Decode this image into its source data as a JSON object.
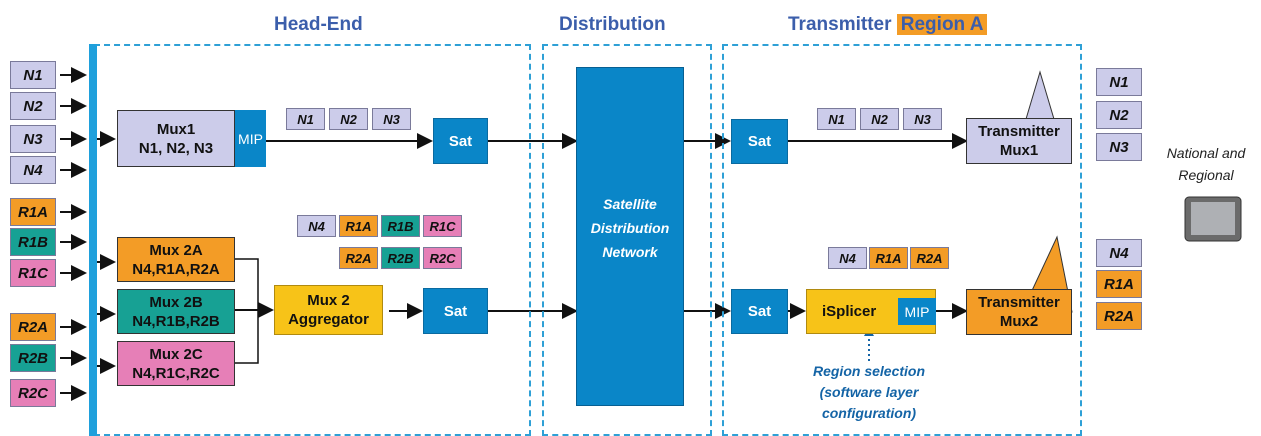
{
  "sections": {
    "headend": "Head-End",
    "distribution": "Distribution",
    "transmitter": "Transmitter",
    "region": "Region A"
  },
  "inputs": {
    "national": [
      "N1",
      "N2",
      "N3",
      "N4"
    ],
    "region1": [
      "R1A",
      "R1B",
      "R1C"
    ],
    "region2": [
      "R2A",
      "R2B",
      "R2C"
    ]
  },
  "mux1": {
    "title": "Mux1",
    "channels": "N1, N2, N3",
    "mip": "MIP"
  },
  "mux2a": {
    "title": "Mux 2A",
    "channels": "N4,R1A,R2A"
  },
  "mux2b": {
    "title": "Mux 2B",
    "channels": "N4,R1B,R2B"
  },
  "mux2c": {
    "title": "Mux 2C",
    "channels": "N4,R1C,R2C"
  },
  "aggregator": {
    "line1": "Mux 2",
    "line2": "Aggregator"
  },
  "sat_label": "Sat",
  "stream1_chips": [
    "N1",
    "N2",
    "N3"
  ],
  "stream2_chips_row1": [
    "N4",
    "R1A",
    "R1B",
    "R1C"
  ],
  "stream2_chips_row2": [
    "R2A",
    "R2B",
    "R2C"
  ],
  "network": {
    "line1": "Satellite",
    "line2": "Distribution",
    "line3": "Network"
  },
  "tx1_chips": [
    "N1",
    "N2",
    "N3"
  ],
  "tx2_chips": [
    "N4",
    "R1A",
    "R2A"
  ],
  "splicer": {
    "label": "iSplicer",
    "mip": "MIP"
  },
  "tx1": {
    "line1": "Transmitter",
    "line2": "Mux1"
  },
  "tx2": {
    "line1": "Transmitter",
    "line2": "Mux2"
  },
  "region_selection": {
    "line1": "Region selection",
    "line2": "(software layer",
    "line3": "configuration)"
  },
  "outputs": {
    "mux1": [
      "N1",
      "N2",
      "N3"
    ],
    "mux2": [
      "N4",
      "R1A",
      "R2A"
    ]
  },
  "national_regional": {
    "line1": "National and",
    "line2": "Regional"
  },
  "colors": {
    "lavender": "#ccccea",
    "orange": "#f39c26",
    "teal": "#17a194",
    "pink": "#e67fb7",
    "sat_blue": "#0a86c8",
    "yellow": "#f7c318",
    "title_blue": "#3b5eab"
  }
}
